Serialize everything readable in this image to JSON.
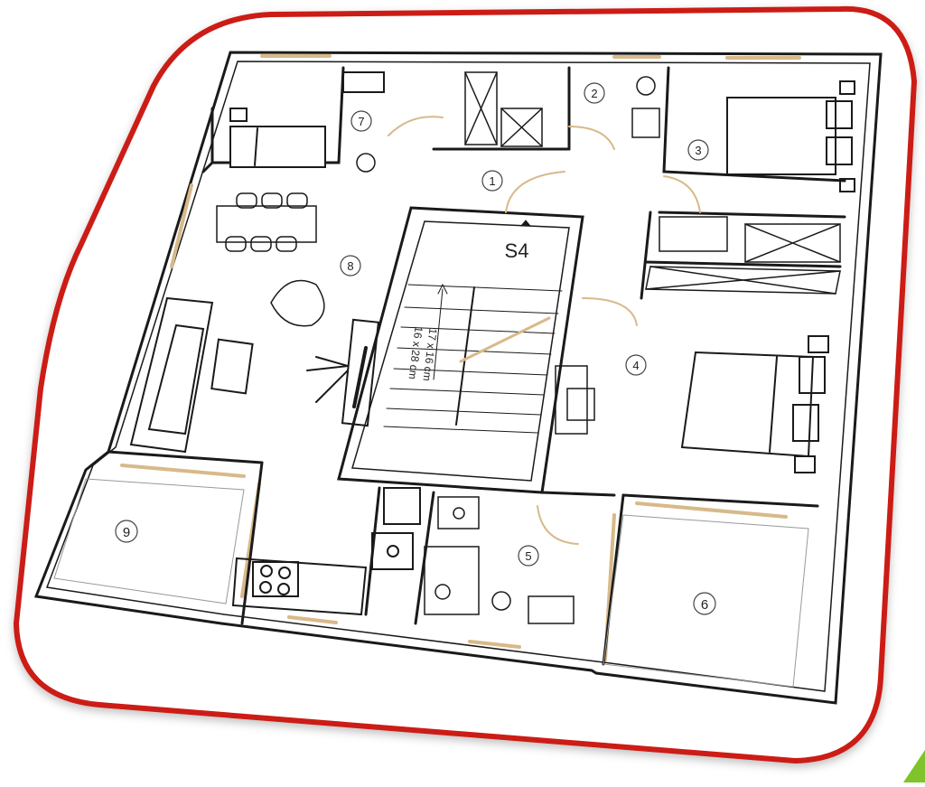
{
  "plan": {
    "apartment_label": "S4",
    "stair_note_line1": "17 x 16 cm",
    "stair_note_line2": "16 x 28 cm",
    "rooms": [
      {
        "number": "1"
      },
      {
        "number": "2"
      },
      {
        "number": "3"
      },
      {
        "number": "4"
      },
      {
        "number": "5"
      },
      {
        "number": "6"
      },
      {
        "number": "7"
      },
      {
        "number": "8"
      },
      {
        "number": "9"
      }
    ]
  },
  "colors": {
    "frame_border": "#cc1a14",
    "frame_fill": "#ffffff",
    "wall": "#1a1a1a",
    "window": "#d8b98a",
    "corner_accent": "#7ec42a"
  }
}
